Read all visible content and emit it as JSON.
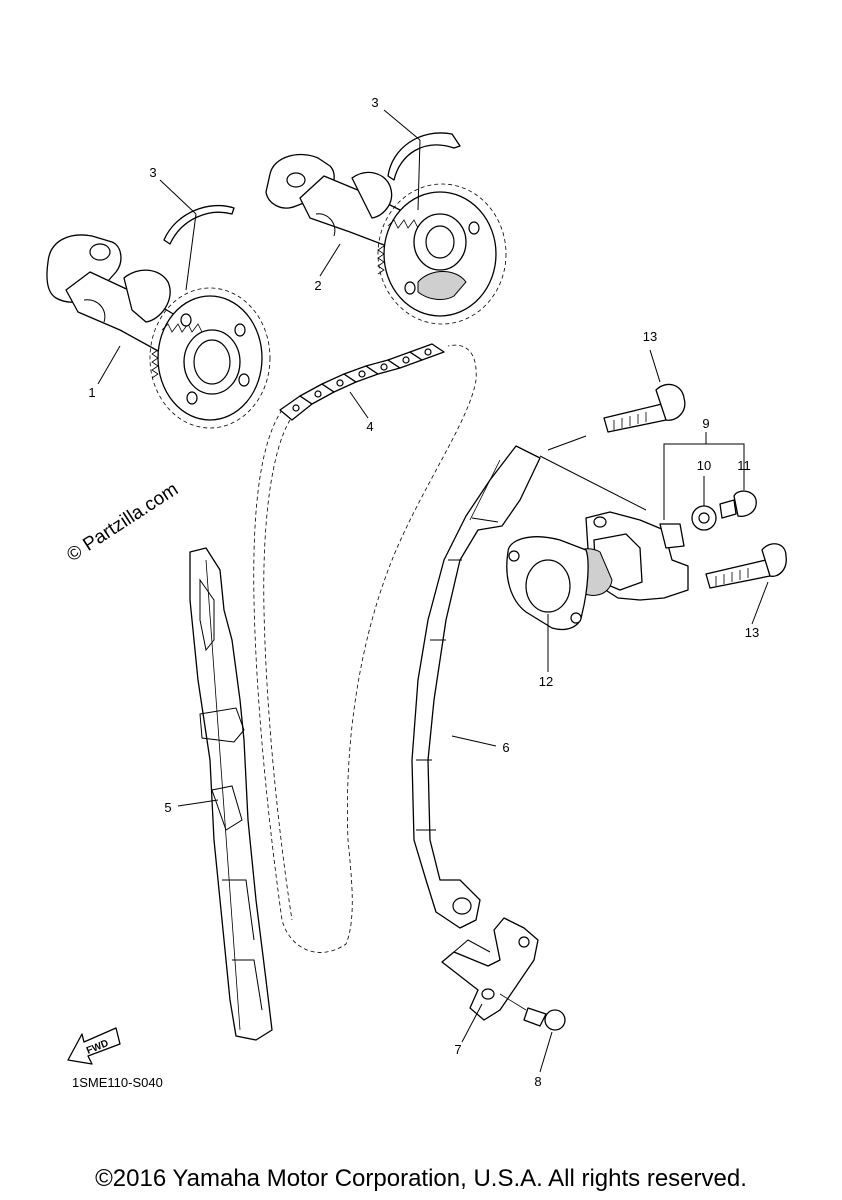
{
  "callouts": {
    "c1": "1",
    "c2": "2",
    "c3a": "3",
    "c3b": "3",
    "c4": "4",
    "c5": "5",
    "c6": "6",
    "c7": "7",
    "c8": "8",
    "c9": "9",
    "c10": "10",
    "c11": "11",
    "c12": "12",
    "c13a": "13",
    "c13b": "13"
  },
  "watermark": "© Partzilla.com",
  "fwd_label": "FWD",
  "diagram_code": "1SME110-S040",
  "copyright": "©2016 Yamaha Motor Corporation, U.S.A. All rights reserved."
}
